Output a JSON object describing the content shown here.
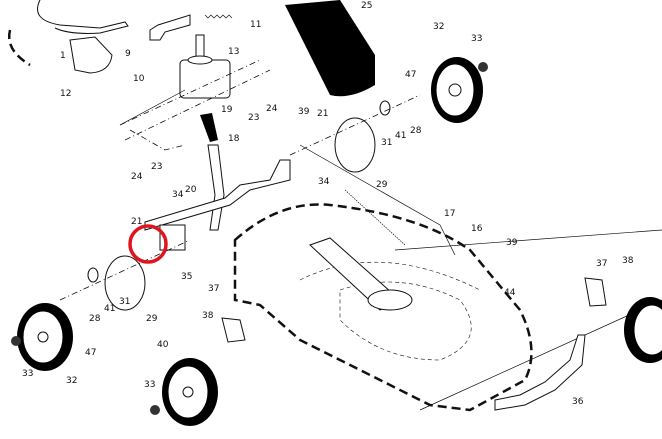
{
  "diagram": {
    "title": "Lawn mower drive and wheel exploded parts view",
    "highlight_color": "#e0141e",
    "labels": [
      {
        "id": "1",
        "text": "1"
      },
      {
        "id": "9",
        "text": "9"
      },
      {
        "id": "10",
        "text": "10"
      },
      {
        "id": "11",
        "text": "11"
      },
      {
        "id": "12",
        "text": "12"
      },
      {
        "id": "13",
        "text": "13"
      },
      {
        "id": "25",
        "text": "25"
      },
      {
        "id": "32a",
        "text": "32"
      },
      {
        "id": "33a",
        "text": "33"
      },
      {
        "id": "47a",
        "text": "47"
      },
      {
        "id": "39a",
        "text": "39"
      },
      {
        "id": "21a",
        "text": "21"
      },
      {
        "id": "19",
        "text": "19"
      },
      {
        "id": "24a",
        "text": "24"
      },
      {
        "id": "23a",
        "text": "23"
      },
      {
        "id": "18",
        "text": "18"
      },
      {
        "id": "41a",
        "text": "41"
      },
      {
        "id": "28a",
        "text": "28"
      },
      {
        "id": "31a",
        "text": "31"
      },
      {
        "id": "29a",
        "text": "29"
      },
      {
        "id": "34a",
        "text": "34"
      },
      {
        "id": "17",
        "text": "17"
      },
      {
        "id": "16",
        "text": "16"
      },
      {
        "id": "39b",
        "text": "39"
      },
      {
        "id": "24b",
        "text": "24"
      },
      {
        "id": "23b",
        "text": "23"
      },
      {
        "id": "34b",
        "text": "34"
      },
      {
        "id": "20",
        "text": "20"
      },
      {
        "id": "21b",
        "text": "21"
      },
      {
        "id": "35",
        "text": "35"
      },
      {
        "id": "37a",
        "text": "37"
      },
      {
        "id": "38a",
        "text": "38"
      },
      {
        "id": "28b",
        "text": "28"
      },
      {
        "id": "41b",
        "text": "41"
      },
      {
        "id": "31b",
        "text": "31"
      },
      {
        "id": "29b",
        "text": "29"
      },
      {
        "id": "47b",
        "text": "47"
      },
      {
        "id": "33b",
        "text": "33"
      },
      {
        "id": "32b",
        "text": "32"
      },
      {
        "id": "40",
        "text": "40"
      },
      {
        "id": "33c",
        "text": "33"
      },
      {
        "id": "37b",
        "text": "37"
      },
      {
        "id": "38b",
        "text": "38"
      },
      {
        "id": "44",
        "text": "44"
      },
      {
        "id": "36",
        "text": "36"
      }
    ]
  }
}
